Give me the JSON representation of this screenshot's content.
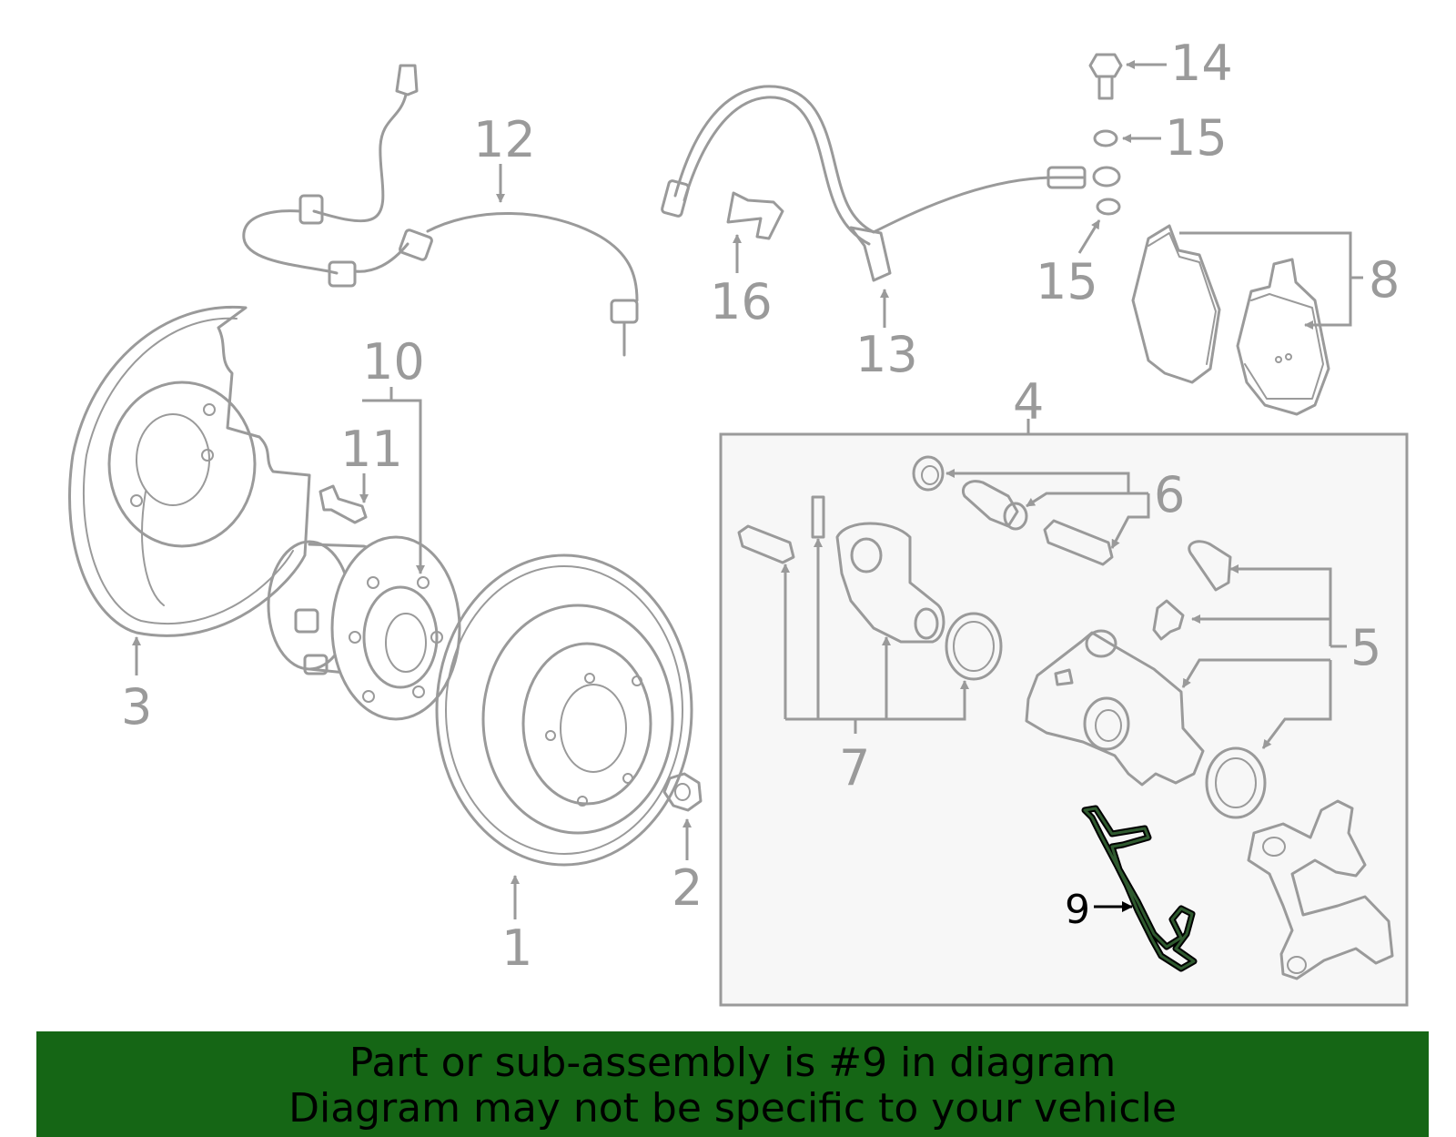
{
  "diagram": {
    "callouts": {
      "c1": "1",
      "c2": "2",
      "c3": "3",
      "c4": "4",
      "c5": "5",
      "c6": "6",
      "c7": "7",
      "c8": "8",
      "c9": "9",
      "c10": "10",
      "c11": "11",
      "c12": "12",
      "c13": "13",
      "c14": "14",
      "c15a": "15",
      "c15b": "15",
      "c16": "16"
    },
    "highlighted_part": "9",
    "colors": {
      "line": "#9a9a9a",
      "highlight": "#000000",
      "banner": "#156615",
      "box_fill": "#f7f7f7"
    }
  },
  "banner": {
    "line1": "Part or sub-assembly is #9 in diagram",
    "line2": "Diagram may not be specific to your vehicle"
  }
}
